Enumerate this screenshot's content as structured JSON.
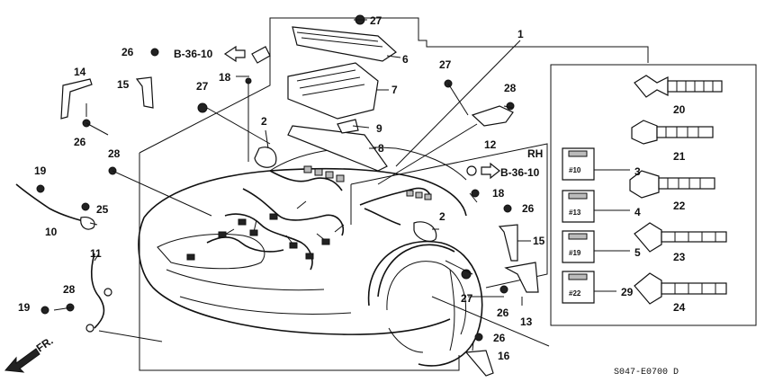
{
  "diagram": {
    "code": "S047-E0700 D",
    "front_label": "FR.",
    "side_label": "RH",
    "ref_top": "B-36-10",
    "ref_right": "B-36-10",
    "callouts": {
      "c1": "1",
      "c2a": "2",
      "c2b": "2",
      "c3": "3",
      "c4": "4",
      "c5": "5",
      "c6": "6",
      "c7": "7",
      "c8": "8",
      "c9": "9",
      "c10": "10",
      "c11": "11",
      "c12": "12",
      "c13": "13",
      "c14": "14",
      "c15a": "15",
      "c15b": "15",
      "c16": "16",
      "c18a": "18",
      "c18b": "18",
      "c19a": "19",
      "c19b": "19",
      "c20": "20",
      "c21": "21",
      "c22": "22",
      "c23": "23",
      "c24": "24",
      "c25": "25",
      "c26a": "26",
      "c26b": "26",
      "c26c": "26",
      "c26d": "26",
      "c26e": "26",
      "c27a": "27",
      "c27b": "27",
      "c27c": "27",
      "c27d": "27",
      "c28a": "28",
      "c28b": "28",
      "c28c": "28",
      "c29": "29"
    },
    "fuse_labels": {
      "f10": "#10",
      "f13": "#13",
      "f19": "#19",
      "f22": "#22"
    }
  }
}
